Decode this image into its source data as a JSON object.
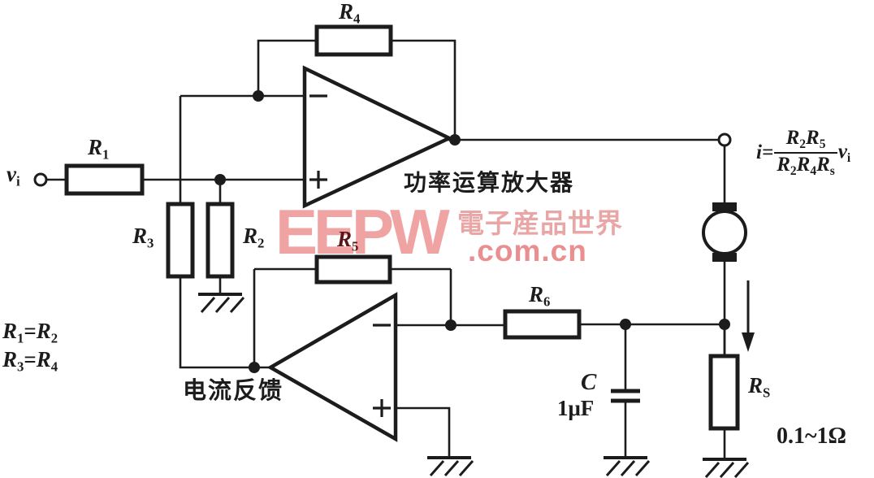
{
  "labels": {
    "vi": {
      "base": "v",
      "sub": "i"
    },
    "r1": {
      "base": "R",
      "sub": "1"
    },
    "r2": {
      "base": "R",
      "sub": "2"
    },
    "r3": {
      "base": "R",
      "sub": "3"
    },
    "r4": {
      "base": "R",
      "sub": "4"
    },
    "r5": {
      "base": "R",
      "sub": "5"
    },
    "r6": {
      "base": "R",
      "sub": "6"
    },
    "rs": {
      "base": "R",
      "sub": "S"
    },
    "cap": {
      "base": "C"
    },
    "cap_value": "1μF",
    "rs_range": "0.1~1Ω",
    "opamp1_caption": "功率运算放大器",
    "opamp2_caption": "电流反馈"
  },
  "equations": {
    "eq1": {
      "a": "R",
      "a_sub": "1",
      "op": "=",
      "b": "R",
      "b_sub": "2"
    },
    "eq2": {
      "a": "R",
      "a_sub": "3",
      "op": "=",
      "b": "R",
      "b_sub": "4"
    },
    "current_formula": {
      "lhs": "i",
      "eq": "=",
      "num_a": "R",
      "num_a_sub": "2",
      "num_b": "R",
      "num_b_sub": "5",
      "den_a": "R",
      "den_a_sub": "2",
      "den_b": "R",
      "den_b_sub": "4",
      "den_c": "R",
      "den_c_sub": "s",
      "mult": "v",
      "mult_sub": "i"
    }
  },
  "watermark": {
    "logo": "EEPW",
    "cn_text": "電子産品世界",
    "domain": ".com.cn"
  },
  "colors": {
    "ink": "#1c1c1c",
    "watermark_logo": "#f0a3a3",
    "watermark_cn": "#e9a6a6",
    "watermark_domain": "#e98f8f",
    "r5_label": "#5a1616"
  }
}
